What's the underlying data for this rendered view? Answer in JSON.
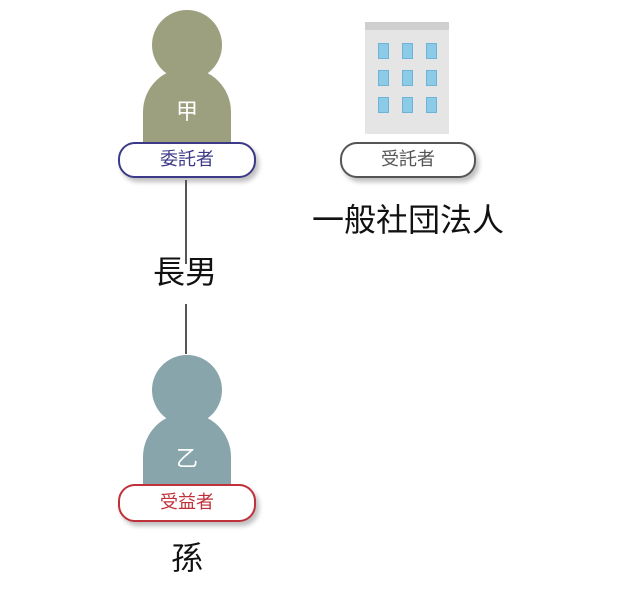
{
  "trustor": {
    "person_label": "甲",
    "role": "委託者",
    "head_color": "#9da07f",
    "role_color": "#3c3a87"
  },
  "relation": {
    "label": "長男"
  },
  "beneficiary": {
    "person_label": "乙",
    "role": "受益者",
    "caption": "孫",
    "head_color": "#87a5ab",
    "role_color": "#c0303a"
  },
  "trustee": {
    "role": "受託者",
    "entity": "一般社団法人",
    "building_icon": "office-building-icon",
    "role_color": "#555555"
  }
}
